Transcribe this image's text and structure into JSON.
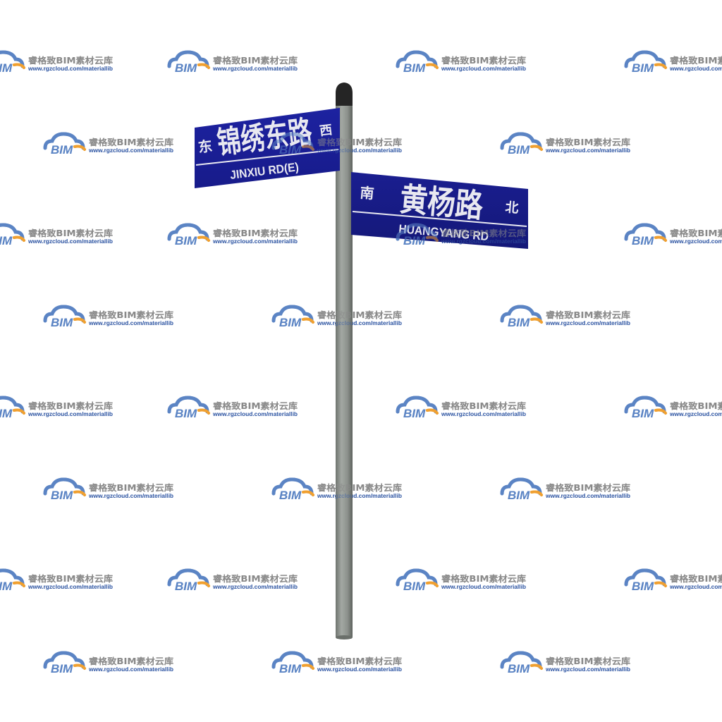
{
  "scene": {
    "background": "#ffffff",
    "pole_color": "#8c918c",
    "pole_cap_color": "#2a2a2a",
    "sign_color": "#1c2196",
    "sign_text_color": "#e8e8f0"
  },
  "sign_upper": {
    "left_direction": "东",
    "road_name": "锦绣东路",
    "right_direction": "西",
    "pinyin": "JINXIU RD(E)"
  },
  "sign_lower": {
    "left_direction": "南",
    "road_name": "黄杨路",
    "right_direction": "北",
    "pinyin": "HUANGYANG RD"
  },
  "watermark": {
    "logo_text": "BIM",
    "brand": "睿格致BIM素材云库",
    "url": "www.rgzcloud.com/materiallib",
    "logo_blue": "#5b84c4",
    "logo_orange": "#f0a030",
    "text_color": "#8a8a8a",
    "url_color": "#3a5fa8"
  }
}
